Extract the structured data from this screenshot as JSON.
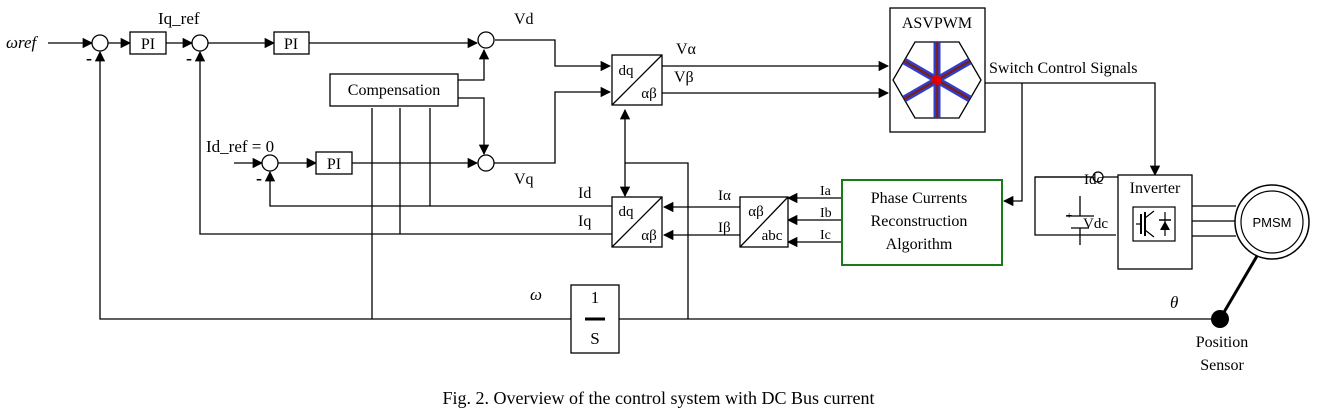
{
  "caption": "Fig. 2. Overview of the control system with DC Bus current",
  "inputs": {
    "omega_ref": "ωref",
    "iq_ref": "Iq_ref",
    "id_ref": "Id_ref = 0"
  },
  "signals": {
    "vd": "Vd",
    "vq": "Vq",
    "v_alpha": "Vα",
    "v_beta": "Vβ",
    "id": "Id",
    "iq": "Iq",
    "i_alpha": "Iα",
    "i_beta": "Iβ",
    "ia": "Ia",
    "ib": "Ib",
    "ic": "Ic",
    "idc": "Idc",
    "vdc": "Vdc",
    "omega": "ω",
    "theta": "θ",
    "minus": "-",
    "plus": "+"
  },
  "blocks": {
    "pi": "PI",
    "compensation": "Compensation",
    "dq": "dq",
    "alphabeta": "αβ",
    "abc": "abc",
    "asvpwm": "ASVPWM",
    "switch_signals": "Switch Control Signals",
    "reconstruction_line1": "Phase Currents",
    "reconstruction_line2": "Reconstruction",
    "reconstruction_line3": "Algorithm",
    "inverter": "Inverter",
    "pmsm": "PMSM",
    "integrator_num": "1",
    "integrator_den": "S",
    "sensor_line1": "Position",
    "sensor_line2": "Sensor"
  },
  "colors": {
    "reconstruction_border": "#1a7a1a",
    "hex_blue": "#2e3fd0",
    "hex_dark": "#7a1f1f",
    "hex_red": "#e00000"
  }
}
